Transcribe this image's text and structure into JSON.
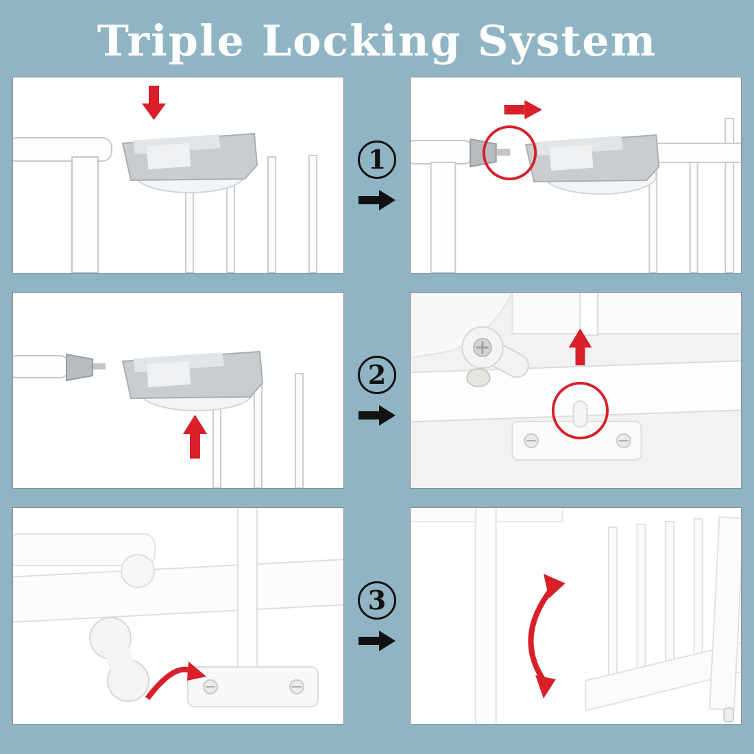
{
  "title": "Triple Locking System",
  "steps": [
    {
      "number": "1",
      "left_panel": "press-latch-down",
      "right_panel": "slide-latch-sideways"
    },
    {
      "number": "2",
      "left_panel": "lift-latch-up",
      "right_panel": "bottom-pin-release"
    },
    {
      "number": "3",
      "left_panel": "rotate-bottom-lever",
      "right_panel": "gate-swings-open"
    }
  ],
  "icons": {
    "step_arrow": "black-right-arrow",
    "panel_arrows": [
      "red-down-arrow",
      "red-right-arrow",
      "red-up-arrow",
      "red-up-arrow",
      "red-curved-arrow",
      "red-curved-double-arrow"
    ]
  },
  "colors": {
    "background": "#8FB4C4",
    "panel_background": "#FFFFFF",
    "panel_border": "#8E8E8E",
    "title_text": "#FFFFFF",
    "accent_red": "#D81F2A",
    "step_black": "#111111",
    "metal_gray": "#C9CDD0"
  }
}
